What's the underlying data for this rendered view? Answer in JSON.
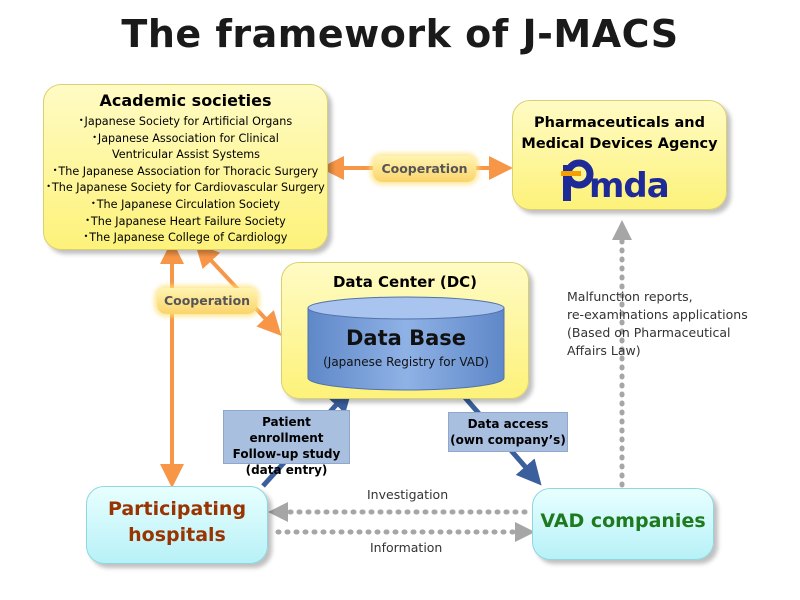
{
  "title": "The framework of J-MACS",
  "academic": {
    "heading": "Academic societies",
    "members": [
      "Japanese Society for Artificial Organs",
      "Japanese Association for Clinical",
      "Ventricular Assist Systems",
      "The Japanese Association for Thoracic Surgery",
      "The Japanese Society for Cardiovascular Surgery",
      "The Japanese Circulation Society",
      "The Japanese Heart Failure Society",
      "The Japanese College of Cardiology"
    ]
  },
  "pmda": {
    "heading_line1": "Pharmaceuticals and",
    "heading_line2": "Medical Devices Agency",
    "logo_text": "mda",
    "logo_color": "#1f2a99",
    "logo_accent": "#f5a000"
  },
  "data_center": {
    "heading": "Data Center (DC)",
    "database_title": "Data Base",
    "database_subtitle": "(Japanese Registry for VAD)"
  },
  "cooperation_top": "Cooperation",
  "cooperation_left": "Cooperation",
  "enrollment": {
    "line1": "Patient enrollment",
    "line2": "Follow-up study",
    "line3": "(data entry)"
  },
  "data_access": {
    "line1": "Data access",
    "line2": "(own company’s)"
  },
  "malfunction": {
    "line1": "Malfunction reports,",
    "line2": "re-examinations applications",
    "line3": "(Based on Pharmaceutical",
    "line4": "Affairs Law)"
  },
  "hospitals": {
    "line1": "Participating",
    "line2": "hospitals"
  },
  "vad_companies": "VAD companies",
  "investigation": "Investigation",
  "information": "Information",
  "colors": {
    "orange_arrow": "#f79646",
    "blue_arrow": "#3a5f9c",
    "gray_dots": "#a6a6a6",
    "cylinder": "#7aa0d8"
  }
}
